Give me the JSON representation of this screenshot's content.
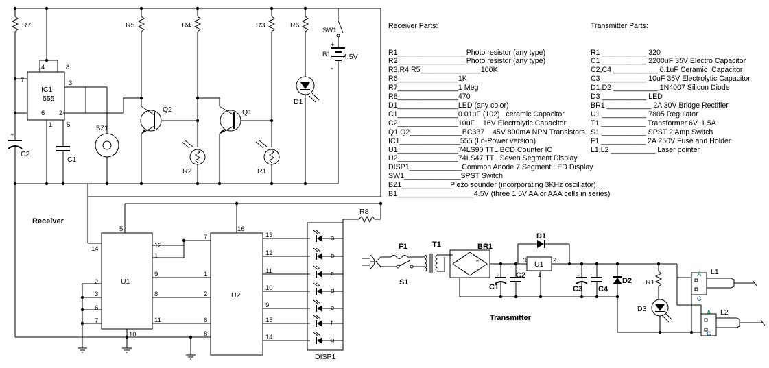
{
  "sections": {
    "receiver": "Receiver",
    "transmitter": "Transmitter"
  },
  "receiver_parts": {
    "title": "Receiver Parts:",
    "lines": [
      "R1_________________Photo resistor (any type)",
      "R2_________________Photo resistor (any type)",
      "R3,R4,R5_______________100K",
      "R6_______________1K",
      "R7_______________1 Meg",
      "R8_______________470",
      "D1_______________LED (any color)",
      "C1_______________0.01uF (102)   ceramic Capacitor",
      "C2_______________10uF    16V Electrolytic Capacitor",
      "Q1,Q2_____________BC337    45V 800mA NPN Transistors",
      "IC1_______________555 (Lo-Power version)",
      "U1_______________74LS90 TTL BCD Counter IC",
      "U2_______________74LS47 TTL Seven Segment Display",
      "DISP1_____________Common Anode 7 Segment LED Display",
      "SW1______________SPST Switch",
      "BZ1____________Piezo sounder (incorporating 3KHz oscillator)",
      "B1___________________4.5V (three 1.5V AA or AAA cells in series)"
    ]
  },
  "transmitter_parts": {
    "title": "Transmitter Parts:",
    "lines": [
      "R1 ___________ 320",
      "C1 ___________ 2200uF 35V Electro Capacitor",
      "C2,C4 ___________ 0.1uF Ceramic  Capacitor",
      "C3 ___________ 10uF 35V Electrolytic Capacitor",
      "D1,D2 ___________ 1N4007 Silicon Diode",
      "D3 ___________ LED",
      "BR1 ___________ 2A 30V Bridge Rectifier",
      "U1 ___________ 7805 Regulator",
      "T1 ___________ Transformer 6V, 1.5A",
      "S1 ___________ SPST 2 Amp Switch",
      "F1 ___________ 2A 250V Fuse and Holder",
      "L1,L2 ___________ Laser pointer"
    ]
  },
  "labels": {
    "r7": "R7",
    "r5": "R5",
    "r4": "R4",
    "r3": "R3",
    "r6": "R6",
    "sw1": "SW1",
    "b1": "B1",
    "b1_volt": "4.5V",
    "ic1": "IC1",
    "ic1_part": "555",
    "ic1_p4": "4",
    "ic1_p8": "8",
    "ic1_p7": "7",
    "ic1_p3": "3",
    "ic1_p6": "6",
    "ic1_p2": "2",
    "ic1_p1": "1",
    "ic1_p5": "5",
    "c1": "C1",
    "c2": "C2",
    "bz1": "BZ1",
    "q1": "Q1",
    "q2": "Q2",
    "r1": "R1",
    "r2": "R2",
    "d1": "D1",
    "r8": "R8",
    "u1": "U1",
    "u2": "U2",
    "disp1": "DISP1",
    "u1_pins": {
      "p5": "5",
      "p14": "14",
      "p12": "12",
      "p1": "1",
      "p2": "2",
      "p3": "3",
      "p6": "6",
      "p7": "7",
      "p9": "9",
      "p8": "8",
      "p11": "11",
      "p10": "10"
    },
    "u2_pins": {
      "p16": "16",
      "p7": "7",
      "p1": "1",
      "p2": "2",
      "p6": "6",
      "p8": "8",
      "p13": "13",
      "p12": "12",
      "p11": "11",
      "p10": "10",
      "p9": "9",
      "p15": "15",
      "p14": "14"
    },
    "segments": [
      "a",
      "b",
      "c",
      "d",
      "e",
      "f",
      "g"
    ],
    "tx": {
      "f1": "F1",
      "t1": "T1",
      "s1": "S1",
      "br1": "BR1",
      "d1": "D1",
      "u1": "U1",
      "u1_p3": "3",
      "u1_p1": "1",
      "u1_p2": "2",
      "c1": "C1",
      "c2": "C2",
      "c3": "C3",
      "c4": "C4",
      "d2": "D2",
      "r1": "R1",
      "d3": "D3",
      "l1": "L1",
      "l2": "L2",
      "a": "A",
      "c": "C",
      "plus": "+",
      "minus": "-"
    }
  }
}
